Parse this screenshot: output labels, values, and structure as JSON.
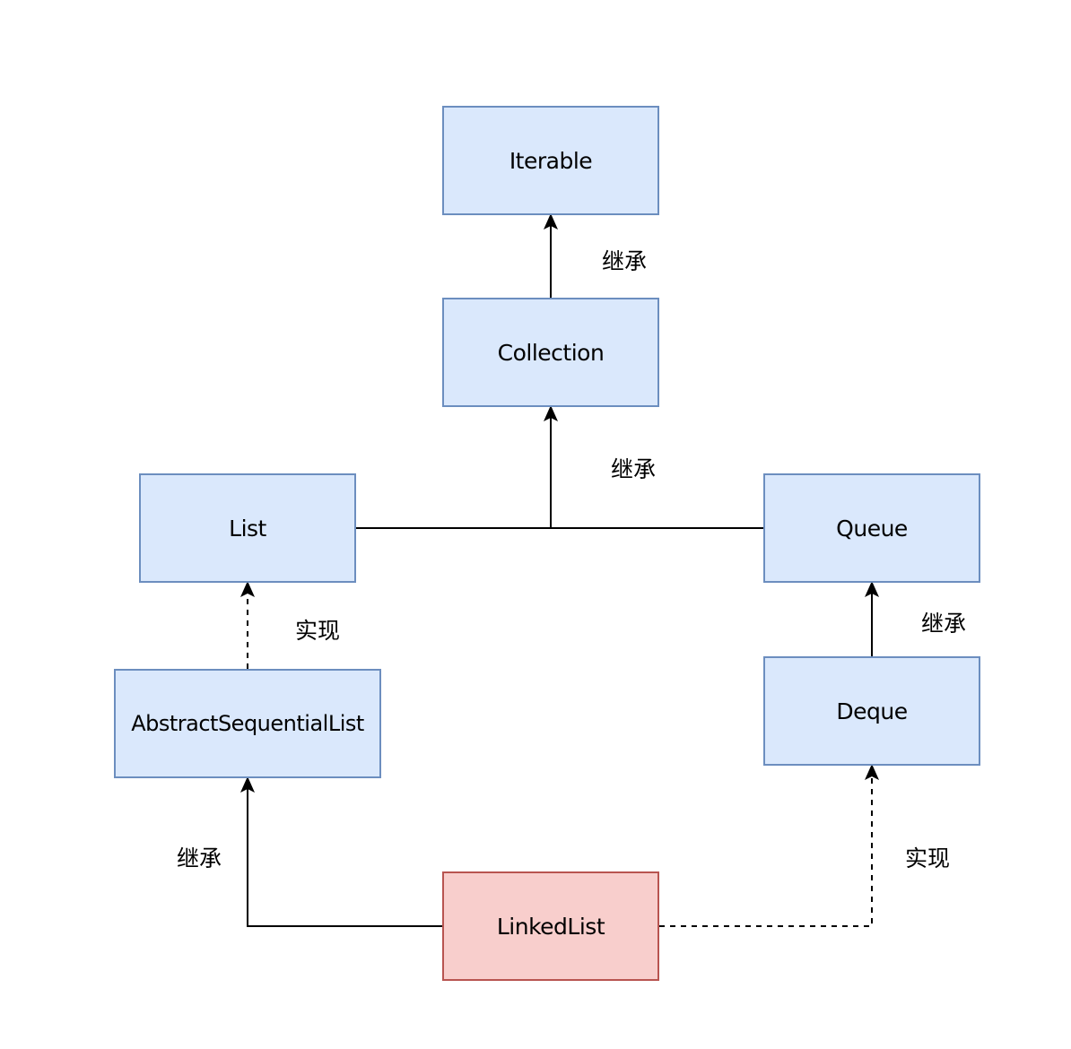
{
  "nodes": {
    "iterable": "Iterable",
    "collection": "Collection",
    "list": "List",
    "queue": "Queue",
    "abstract_sequential_list": "AbstractSequentialList",
    "deque": "Deque",
    "linked_list": "LinkedList"
  },
  "edges": {
    "collection_to_iterable": {
      "label": "继承",
      "style": "solid"
    },
    "list_queue_to_collection": {
      "label": "继承",
      "style": "solid"
    },
    "abstract_to_list": {
      "label": "实现",
      "style": "dashed"
    },
    "deque_to_queue": {
      "label": "继承",
      "style": "solid"
    },
    "linkedlist_to_abstract": {
      "label": "继承",
      "style": "solid"
    },
    "linkedlist_to_deque": {
      "label": "实现",
      "style": "dashed"
    }
  },
  "colors": {
    "interface_fill": "#dae8fc",
    "interface_stroke": "#6c8ebf",
    "class_fill": "#f8cecc",
    "class_stroke": "#b85450",
    "edge": "#000000"
  }
}
